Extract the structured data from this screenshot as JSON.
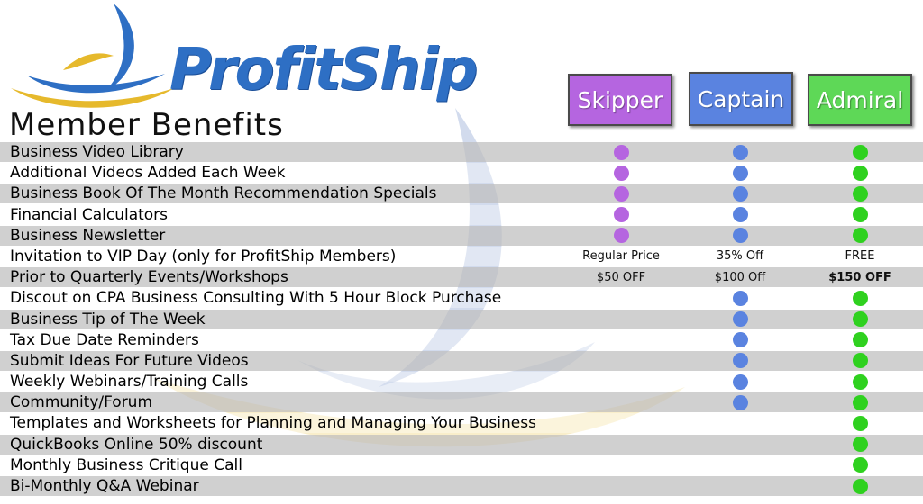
{
  "brand": {
    "name": "ProfitShip"
  },
  "title": "Member Benefits",
  "colors": {
    "skipper": "#b565e0",
    "captain": "#5a83e0",
    "admiral": "#2fd11f"
  },
  "tiers": [
    {
      "key": "skipper",
      "label": "Skipper"
    },
    {
      "key": "captain",
      "label": "Captain"
    },
    {
      "key": "admiral",
      "label": "Admiral"
    }
  ],
  "benefits": [
    {
      "label": "Business Video Library",
      "tiers": [
        true,
        true,
        true
      ]
    },
    {
      "label": "Additional Videos Added Each Week",
      "tiers": [
        true,
        true,
        true
      ]
    },
    {
      "label": "Business Book Of The Month Recommendation Specials",
      "tiers": [
        true,
        true,
        true
      ]
    },
    {
      "label": "Financial Calculators",
      "tiers": [
        true,
        true,
        true
      ]
    },
    {
      "label": "Business Newsletter",
      "tiers": [
        true,
        true,
        true
      ]
    },
    {
      "label": "Invitation to VIP Day (only for ProfitShip Members)",
      "text": [
        "Regular Price",
        "35% Off",
        "FREE"
      ]
    },
    {
      "label": " Prior to Quarterly Events/Workshops",
      "text": [
        "$50 OFF",
        "$100 Off",
        "$150 OFF"
      ]
    },
    {
      "label": "Discout on CPA Business Consulting With 5 Hour Block Purchase",
      "tiers": [
        false,
        true,
        true
      ]
    },
    {
      "label": "Business Tip of The Week",
      "tiers": [
        false,
        true,
        true
      ]
    },
    {
      "label": "Tax Due Date Reminders",
      "tiers": [
        false,
        true,
        true
      ]
    },
    {
      "label": "Submit Ideas For Future Videos",
      "tiers": [
        false,
        true,
        true
      ]
    },
    {
      "label": "Weekly Webinars/Training Calls",
      "tiers": [
        false,
        true,
        true
      ]
    },
    {
      "label": "Community/Forum",
      "tiers": [
        false,
        true,
        true
      ]
    },
    {
      "label": "Templates and Worksheets for Planning and Managing Your Business",
      "tiers": [
        false,
        false,
        true
      ]
    },
    {
      "label": "QuickBooks Online 50% discount",
      "tiers": [
        false,
        false,
        true
      ]
    },
    {
      "label": "Monthly Business Critique Call",
      "tiers": [
        false,
        false,
        true
      ]
    },
    {
      "label": "Bi-Monthly Q&A Webinar",
      "tiers": [
        false,
        false,
        true
      ]
    }
  ]
}
